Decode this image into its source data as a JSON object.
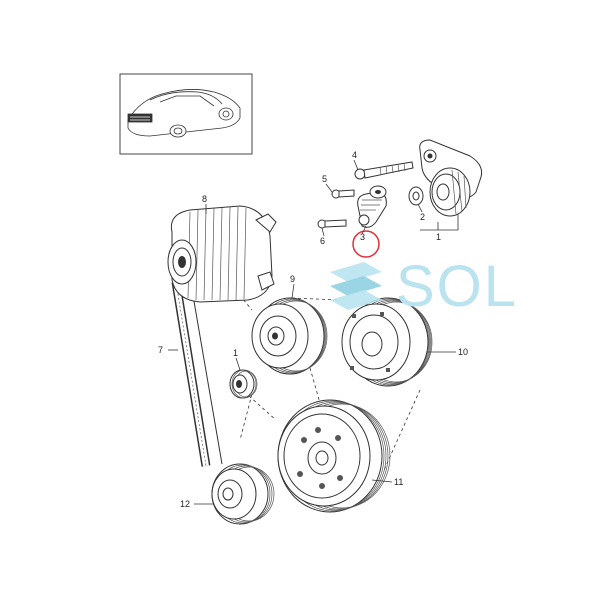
{
  "diagram": {
    "callouts": [
      {
        "id": "c1-top",
        "text": "1"
      },
      {
        "id": "c2",
        "text": "2"
      },
      {
        "id": "c3",
        "text": "3"
      },
      {
        "id": "c4",
        "text": "4"
      },
      {
        "id": "c5",
        "text": "5"
      },
      {
        "id": "c6",
        "text": "6"
      },
      {
        "id": "c7",
        "text": "7"
      },
      {
        "id": "c8",
        "text": "8"
      },
      {
        "id": "c9",
        "text": "9"
      },
      {
        "id": "c10",
        "text": "10"
      },
      {
        "id": "c1-mid",
        "text": "1"
      },
      {
        "id": "c11",
        "text": "11"
      },
      {
        "id": "c12",
        "text": "12"
      }
    ],
    "highlight_color": "#e0303a",
    "watermark": {
      "text": "SOL",
      "color": "#b9e3ef"
    }
  }
}
